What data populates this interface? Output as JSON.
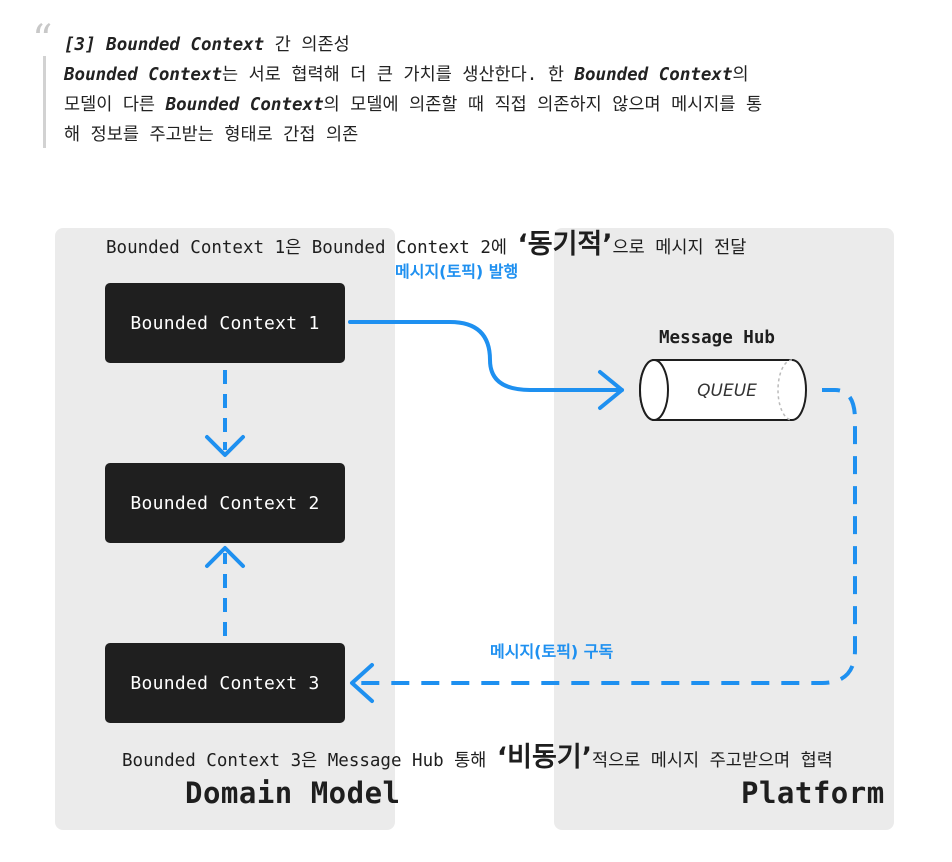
{
  "quote": {
    "line1_prefix": "[3] ",
    "line1_bc": "Bounded Context",
    "line1_rest": " 간 의존성",
    "line2_bc": "Bounded Context",
    "line2_mid": "는 서로 협력해 더 큰 가치를 생산한다. 한 ",
    "line2_bc2": "Bounded Context",
    "line2_end": "의",
    "line3_pre": "모델이 다른 ",
    "line3_bc": "Bounded Context",
    "line3_rest": "의 모델에 의존할 때 직접 의존하지 않으며 메시지를 통",
    "line4": "해 정보를 주고받는 형태로 간접 의존"
  },
  "captions": {
    "sync_pre": "Bounded Context 1은 Bounded Context 2에 ",
    "sync_big": "‘동기적’",
    "sync_post": "으로 메시지 전달",
    "async_pre": "Bounded Context 3은 Message Hub 통해 ",
    "async_big": "‘비동기’",
    "async_post": "적으로 메시지 주고받으며 협력"
  },
  "labels": {
    "publish": "메시지(토픽) 발행",
    "subscribe": "메시지(토픽) 구독",
    "message_hub": "Message Hub",
    "queue": "QUEUE",
    "domain_model": "Domain Model",
    "platform": "Platform"
  },
  "boxes": {
    "bc1": "Bounded Context 1",
    "bc2": "Bounded Context 2",
    "bc3": "Bounded Context 3"
  },
  "colors": {
    "arrow_blue": "#1e90f0",
    "box_dark": "#1f1f1f",
    "panel_gray": "#ebebeb"
  }
}
